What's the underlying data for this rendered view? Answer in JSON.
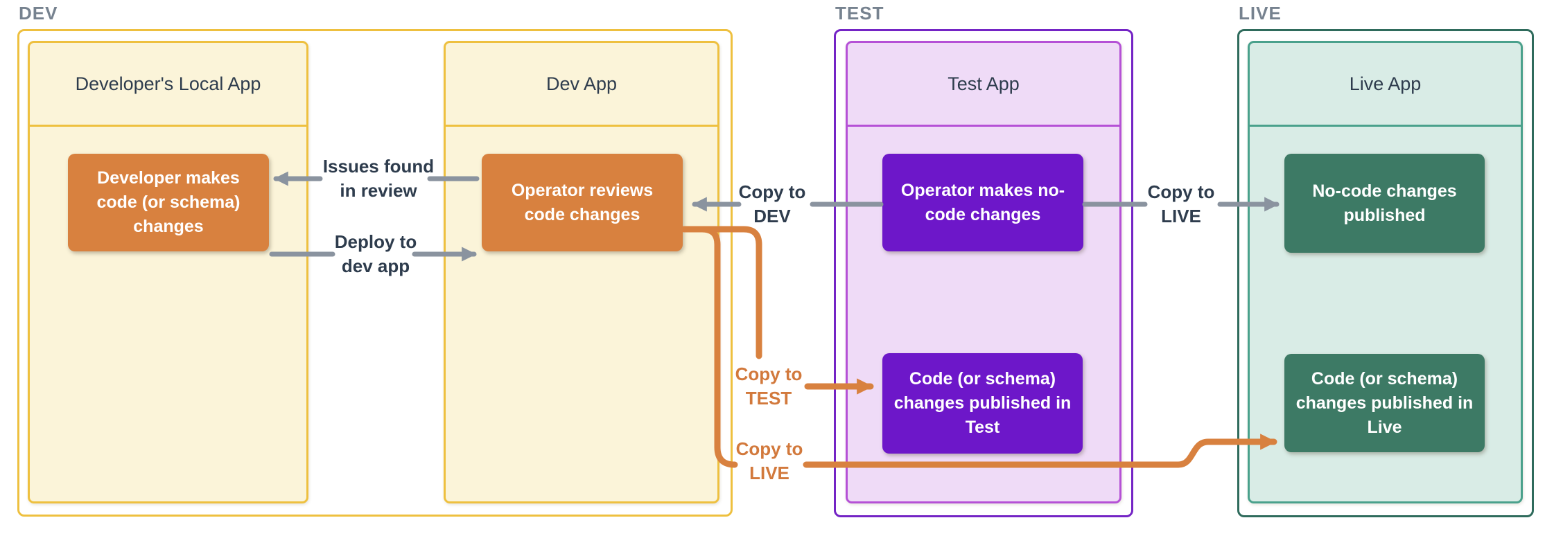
{
  "sections": {
    "dev": {
      "label": "DEV",
      "apps": [
        {
          "title": "Developer's Local App"
        },
        {
          "title": "Dev App"
        }
      ]
    },
    "test": {
      "label": "TEST",
      "apps": [
        {
          "title": "Test App"
        }
      ]
    },
    "live": {
      "label": "LIVE",
      "apps": [
        {
          "title": "Live App"
        }
      ]
    }
  },
  "nodes": {
    "dev_local": "Developer makes code (or schema) changes",
    "dev_review": "Operator reviews code changes",
    "test_nocode": "Operator makes no-code changes",
    "test_published": "Code (or schema) changes published in Test",
    "live_nocode": "No-code changes published",
    "live_published": "Code (or schema) changes published in Live"
  },
  "edge_labels": {
    "issues": "Issues found\nin review",
    "deploy": "Deploy to\ndev app",
    "copy_dev": "Copy to\nDEV",
    "copy_live_gray": "Copy to\nLIVE",
    "copy_test": "Copy to\nTEST",
    "copy_live_orange": "Copy to\nLIVE"
  },
  "colors": {
    "dev_border": "#eec03f",
    "dev_fill": "#fbf4d9",
    "orange_node": "#d8813f",
    "test_outer_border": "#7424c5",
    "test_inner_border": "#b551d6",
    "test_fill": "#efdbf7",
    "purple_node": "#6d17c9",
    "live_outer_border": "#2f6b5c",
    "live_inner_border": "#4aa18c",
    "live_fill": "#d9ece6",
    "green_node": "#3d7a65",
    "arrow_gray": "#8a939f",
    "arrow_orange": "#d8813f",
    "label_gray": "#76828f",
    "text_dark": "#2e3c4d"
  }
}
